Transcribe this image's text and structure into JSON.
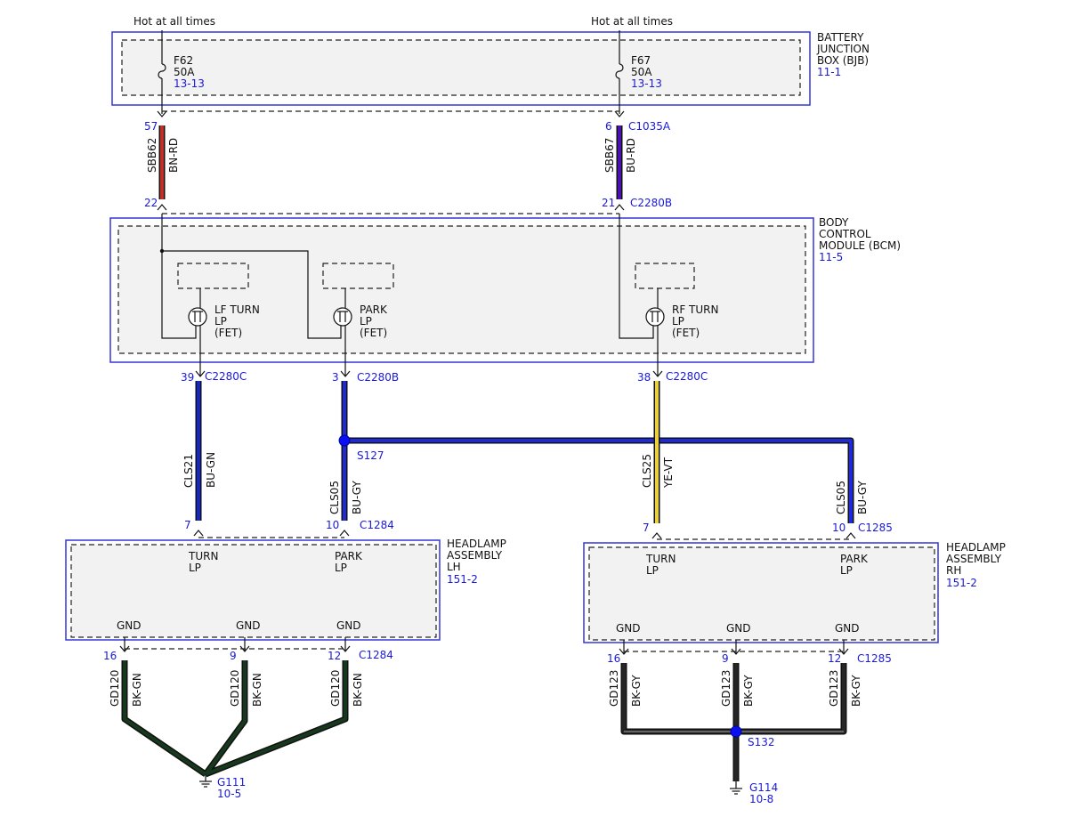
{
  "supply": {
    "left_label": "Hot at all times",
    "right_label": "Hot at all times"
  },
  "bjb": {
    "title_lines": [
      "BATTERY",
      "JUNCTION",
      "BOX (BJB)"
    ],
    "ref": "11-1",
    "fuse_left": {
      "name": "F62",
      "rating": "50A",
      "ref": "13-13"
    },
    "fuse_right": {
      "name": "F67",
      "rating": "50A",
      "ref": "13-13"
    }
  },
  "bcm": {
    "title_lines": [
      "BODY",
      "CONTROL",
      "MODULE (BCM)"
    ],
    "ref": "11-5",
    "outputs": [
      {
        "label_lines": [
          "LF TURN",
          "LP",
          "(FET)"
        ]
      },
      {
        "label_lines": [
          "PARK",
          "LP",
          "(FET)"
        ]
      },
      {
        "label_lines": [
          "RF TURN",
          "LP",
          "(FET)"
        ]
      }
    ]
  },
  "headlamp_lh": {
    "title_lines": [
      "HEADLAMP",
      "ASSEMBLY",
      "LH"
    ],
    "ref": "151-2",
    "turn_lines": [
      "TURN",
      "LP"
    ],
    "park_lines": [
      "PARK",
      "LP"
    ],
    "gnd_labels": [
      "GND",
      "GND",
      "GND"
    ]
  },
  "headlamp_rh": {
    "title_lines": [
      "HEADLAMP",
      "ASSEMBLY",
      "RH"
    ],
    "ref": "151-2",
    "turn_lines": [
      "TURN",
      "LP"
    ],
    "park_lines": [
      "PARK",
      "LP"
    ],
    "gnd_labels": [
      "GND",
      "GND",
      "GND"
    ]
  },
  "connectors": {
    "pin57": "57",
    "pin6": "6",
    "c1035a": "C1035A",
    "pin22": "22",
    "pin21": "21",
    "c2280b_top": "C2280B",
    "pin39": "39",
    "c2280c_left": "C2280C",
    "pin3": "3",
    "c2280b_mid": "C2280B",
    "pin38": "38",
    "c2280c_right": "C2280C",
    "lh_pin7": "7",
    "lh_pin10": "10",
    "c1284_top": "C1284",
    "rh_pin7": "7",
    "rh_pin10": "10",
    "c1285_top": "C1285",
    "lh_gnd_pins": [
      "16",
      "9",
      "12"
    ],
    "c1284_bottom": "C1284",
    "rh_gnd_pins": [
      "16",
      "9",
      "12"
    ],
    "c1285_bottom": "C1285"
  },
  "wires": {
    "sbb62": {
      "circuit": "SBB62",
      "color_code": "BN-RD",
      "color": "#c0302a"
    },
    "sbb67": {
      "circuit": "SBB67",
      "color_code": "BU-RD",
      "color": "#4a10b0"
    },
    "cls21": {
      "circuit": "CLS21",
      "color_code": "BU-GN",
      "color": "#1428c8"
    },
    "cls05_lh": {
      "circuit": "CLS05",
      "color_code": "BU-GY",
      "color": "#1e2ad8"
    },
    "cls25": {
      "circuit": "CLS25",
      "color_code": "YE-VT",
      "color": "#e8d040"
    },
    "cls05_rh": {
      "circuit": "CLS05",
      "color_code": "BU-GY",
      "color": "#1e2ad8"
    },
    "gd120": {
      "circuit": "GD120",
      "color_code": "BK-GN",
      "color": "#16381c"
    },
    "gd123": {
      "circuit": "GD123",
      "color_code": "BK-GY",
      "color": "#262626"
    }
  },
  "splices": {
    "s127": "S127",
    "s132": "S132"
  },
  "grounds": {
    "g111": {
      "name": "G111",
      "ref": "10-5"
    },
    "g114": {
      "name": "G114",
      "ref": "10-8"
    }
  },
  "colors": {
    "module_border": "#3535d8",
    "reference_text": "#1a1ad8",
    "splice_dot": "#0a10f0"
  }
}
